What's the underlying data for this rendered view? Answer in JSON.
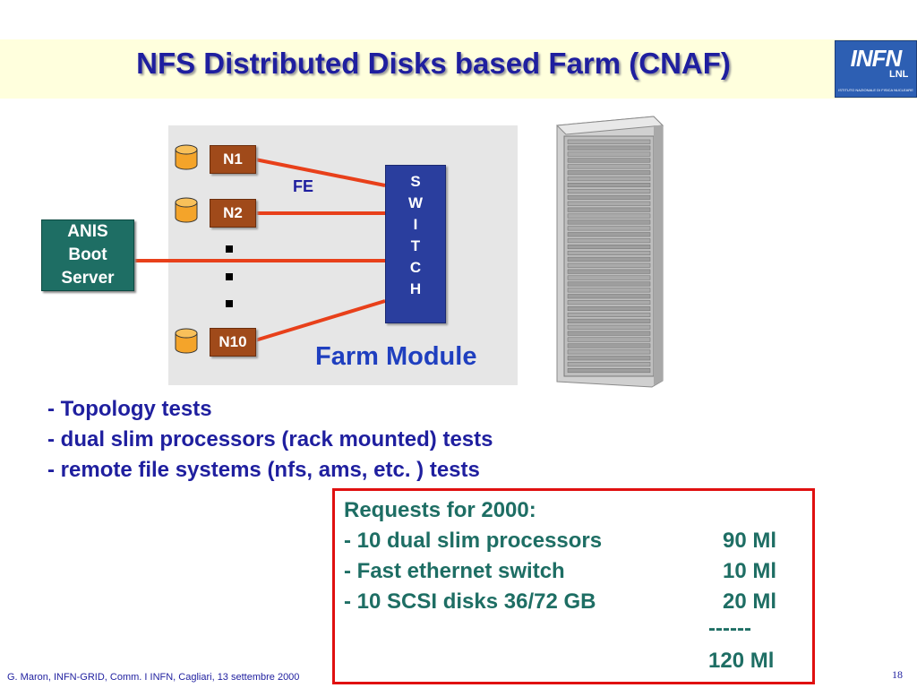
{
  "title": "NFS Distributed Disks based  Farm (CNAF)",
  "logo": {
    "main": "INFN",
    "sub": "LNL",
    "small": "ISTITUTO NAZIONALE DI FISICA NUCLEARE"
  },
  "diagram": {
    "nodes": [
      "N1",
      "N2",
      "N10"
    ],
    "switch_letters": [
      "S",
      "W",
      "I",
      "T",
      "C",
      "H"
    ],
    "anis_lines": [
      "ANIS",
      "Boot",
      "Server"
    ],
    "fe_label": "FE",
    "module_label": "Farm Module",
    "colors": {
      "node": "#a04a1a",
      "switch": "#2a3e9e",
      "anis": "#1e6e64",
      "link": "#e8401a",
      "disk": "#f4a42a"
    }
  },
  "bullets": [
    "- Topology tests",
    "- dual slim processors (rack mounted) tests",
    "- remote file systems (nfs, ams, etc. ) tests"
  ],
  "requests": {
    "heading": "Requests for 2000:",
    "items": [
      {
        "label": "- 10 dual slim processors",
        "value": "90  Ml"
      },
      {
        "label": "- Fast ethernet switch",
        "value": "10  Ml"
      },
      {
        "label": "- 10 SCSI disks 36/72 GB",
        "value": "20  Ml"
      }
    ],
    "separator": "------",
    "total": "120 Ml"
  },
  "footer": "G. Maron, INFN-GRID, Comm. I INFN, Cagliari, 13 settembre 2000",
  "page_number": "18"
}
